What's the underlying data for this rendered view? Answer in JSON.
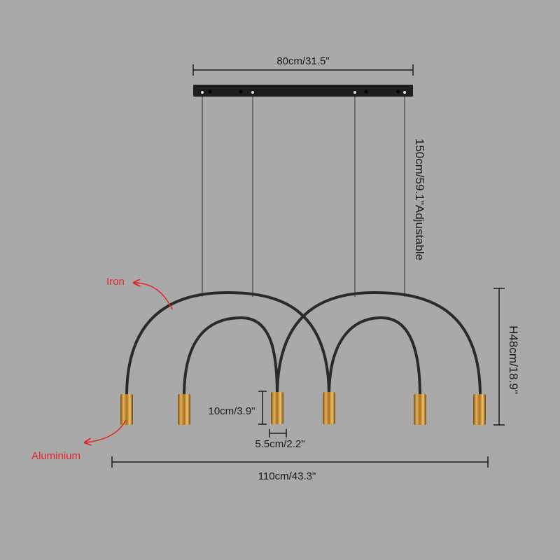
{
  "dimensions": {
    "canopy_width": "80cm/31.5\"",
    "cable_length": "150cm/59.1\"Adjustable",
    "total_height": "H48cm/18.9\"",
    "shade_height": "10cm/3.9\"",
    "shade_diameter": "5.5cm/2.2\"",
    "total_width": "110cm/43.3\""
  },
  "materials": {
    "frame": "Iron",
    "shade": "Aluminium"
  },
  "colors": {
    "background": "#a9a9a9",
    "frame": "#2a2a2a",
    "dimension_line": "#1a1a1a",
    "shade_gold": "#c8902e",
    "annotation_red": "#e0262b"
  }
}
